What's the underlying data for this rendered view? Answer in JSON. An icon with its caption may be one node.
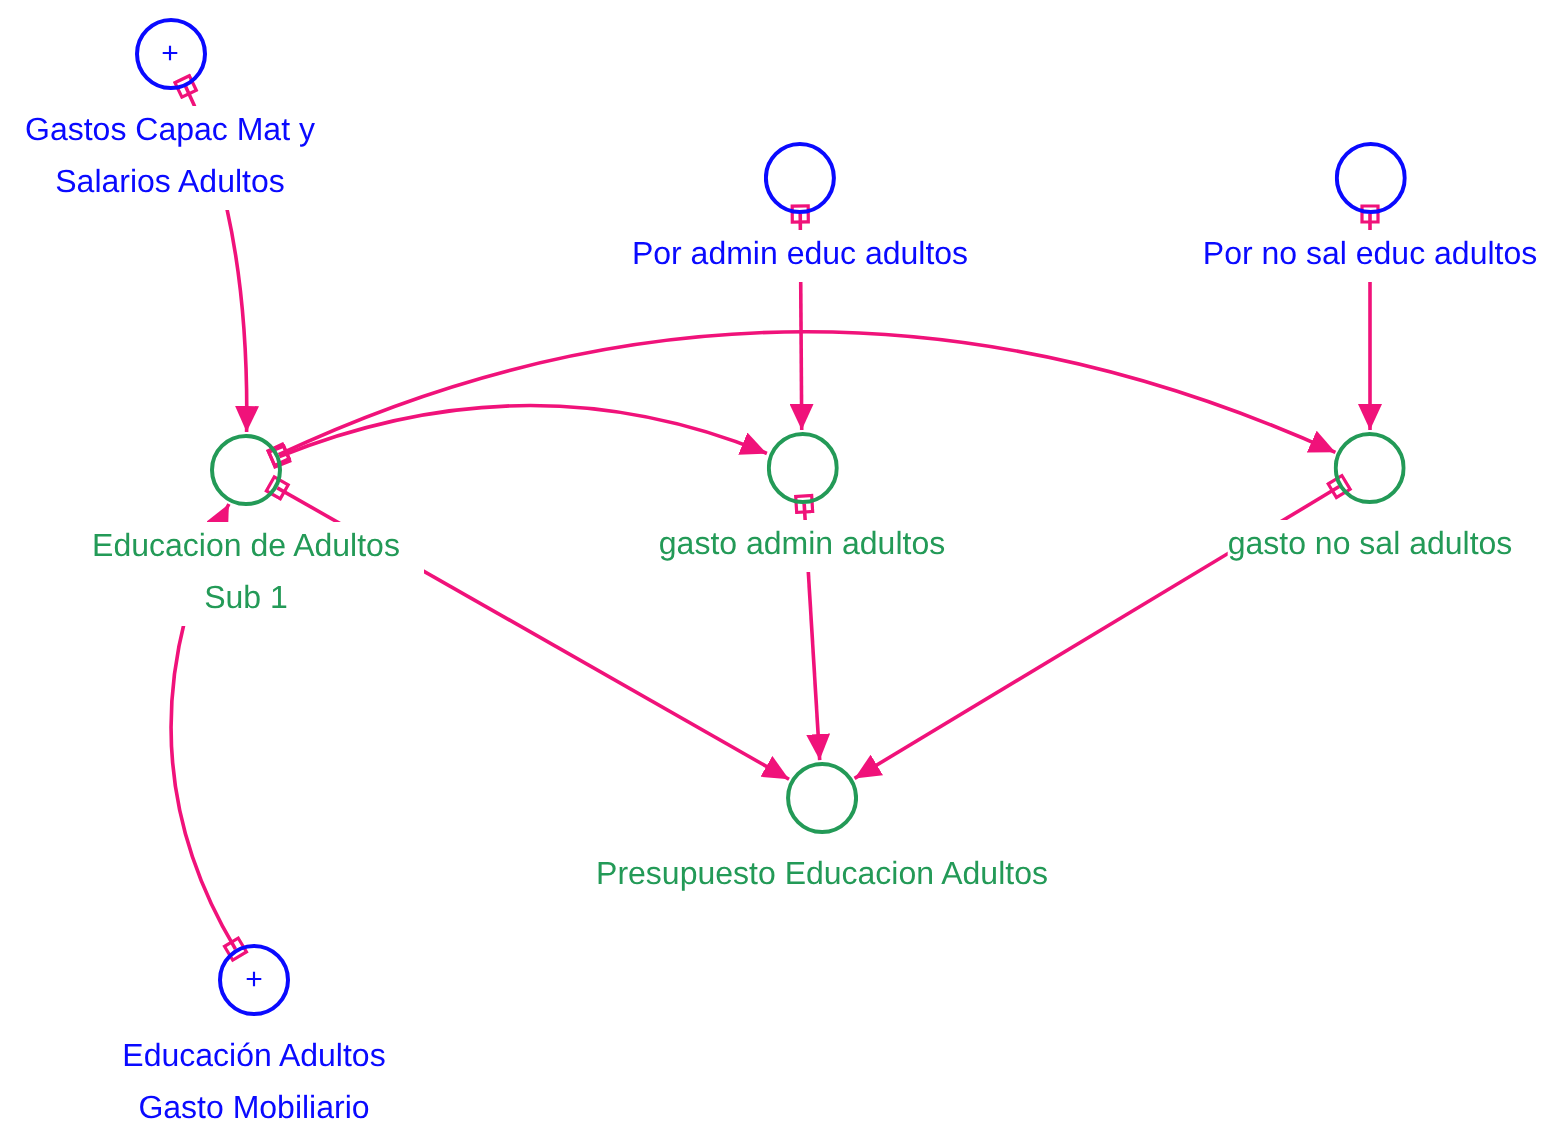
{
  "diagram": {
    "nodes": [
      {
        "text": [
          "+",
          "Gastos Capac Mat y Salarios Adultos"
        ]
      },
      {
        "text": [
          "Por admin educ adultos"
        ]
      },
      {
        "text": [
          "Por no sal educ adultos"
        ]
      },
      {
        "text": [
          "Educacion de Adultos Sub 1"
        ]
      },
      {
        "text": [
          "gasto admin adultos"
        ]
      },
      {
        "text": [
          "gasto no sal adultos"
        ]
      },
      {
        "text": [
          "Presupuesto Educacion Adultos"
        ]
      },
      {
        "text": [
          "+",
          "Educación Adultos Gasto Mobiliario"
        ]
      }
    ],
    "edges": [
      {
        "from": 0,
        "to": 3,
        "arrow": "to"
      },
      {
        "from": 1,
        "to": 4,
        "arrow": "to"
      },
      {
        "from": 2,
        "to": 5,
        "arrow": "to"
      },
      {
        "from": 3,
        "to": 4,
        "arrow": "to"
      },
      {
        "from": 3,
        "to": 5,
        "arrow": "to"
      },
      {
        "from": 3,
        "to": 6,
        "arrow": "to"
      },
      {
        "from": 4,
        "to": 6,
        "arrow": "to"
      },
      {
        "from": 5,
        "to": 6,
        "arrow": "to"
      },
      {
        "from": 7,
        "to": 3,
        "arrow": "to"
      }
    ]
  }
}
